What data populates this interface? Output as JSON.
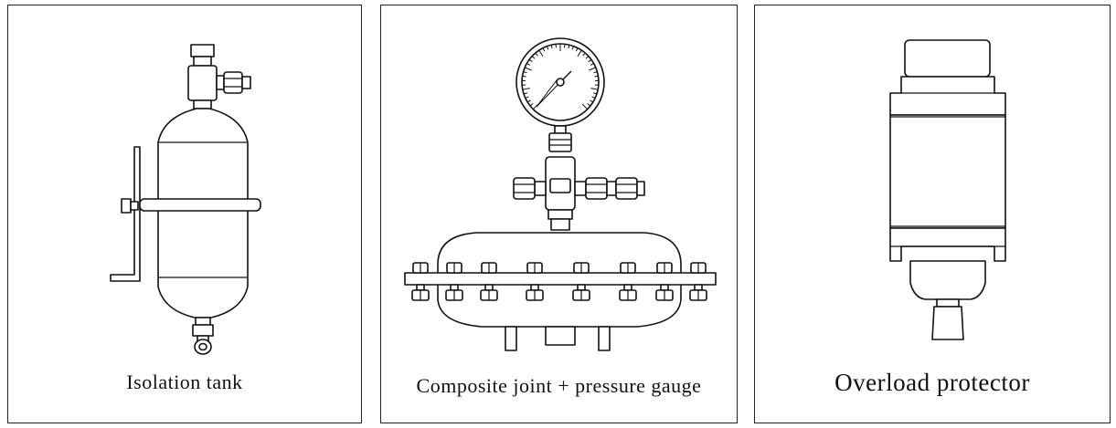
{
  "panels": [
    {
      "caption": "Isolation tank",
      "icon": "isolation-tank-drawing"
    },
    {
      "caption": "Composite joint + pressure gauge",
      "icon": "pressure-gauge-drawing"
    },
    {
      "caption": "Overload protector",
      "icon": "overload-protector-drawing"
    }
  ]
}
